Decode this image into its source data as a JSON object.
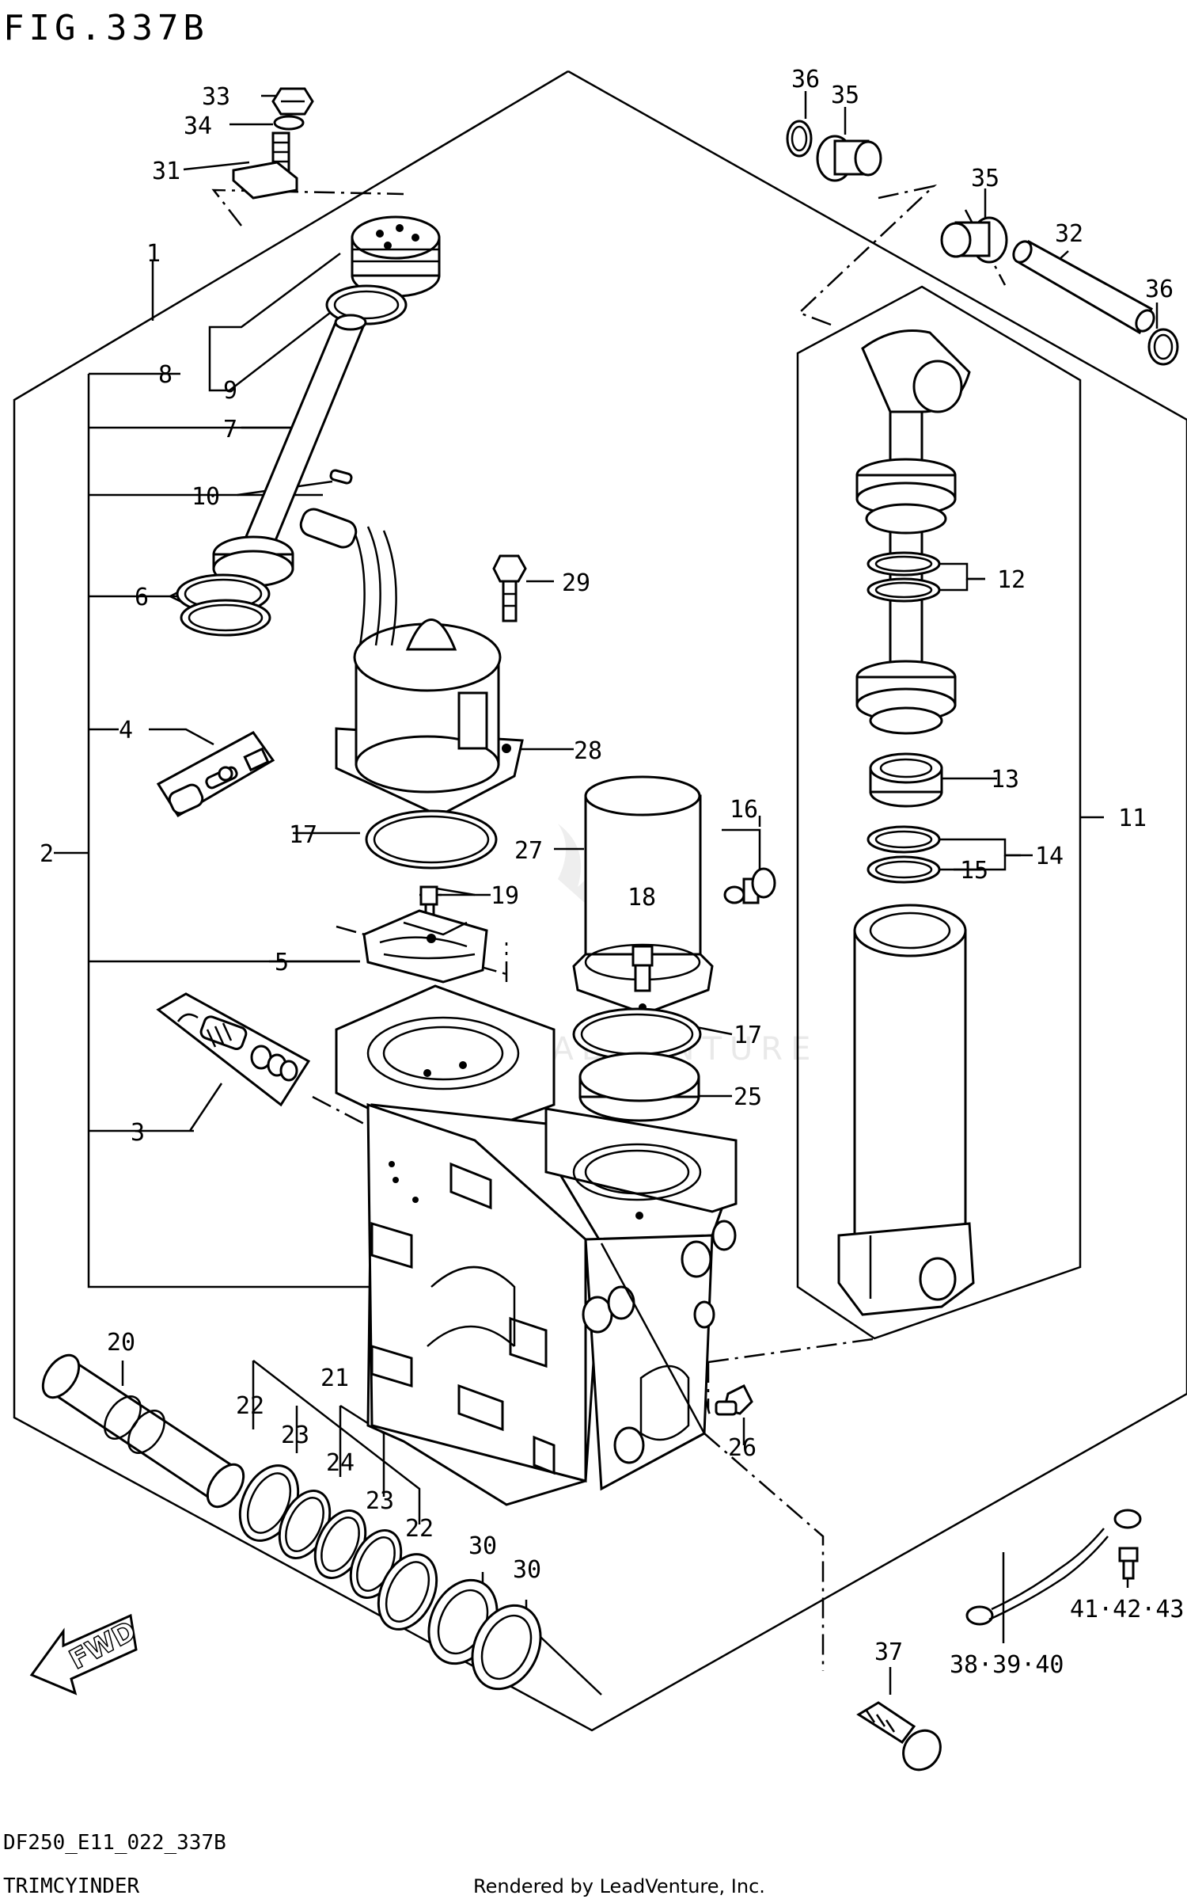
{
  "header": {
    "figure_title": "FIG.337B"
  },
  "footer": {
    "model_code": "DF250_E11_022_337B",
    "section_name": "TRIMCYINDER",
    "rendered_by": "Rendered by LeadVenture, Inc."
  },
  "watermark": {
    "text": "LEADVENTURE"
  },
  "callouts": {
    "c1": "1",
    "c2": "2",
    "c3": "3",
    "c4": "4",
    "c5": "5",
    "c6": "6",
    "c7": "7",
    "c8": "8",
    "c9": "9",
    "c10": "10",
    "c11": "11",
    "c12": "12",
    "c13": "13",
    "c14": "14",
    "c15": "15",
    "c16": "16",
    "c17a": "17",
    "c17b": "17",
    "c18": "18",
    "c19": "19",
    "c20": "20",
    "c21": "21",
    "c22a": "22",
    "c22b": "22",
    "c23a": "23",
    "c23b": "23",
    "c24": "24",
    "c25": "25",
    "c26": "26",
    "c27": "27",
    "c28": "28",
    "c29": "29",
    "c30a": "30",
    "c30b": "30",
    "c31": "31",
    "c32": "32",
    "c33": "33",
    "c34": "34",
    "c35a": "35",
    "c35b": "35",
    "c36a": "36",
    "c36b": "36",
    "c37": "37",
    "c38": "38·39·40",
    "c41": "41·42·43"
  }
}
